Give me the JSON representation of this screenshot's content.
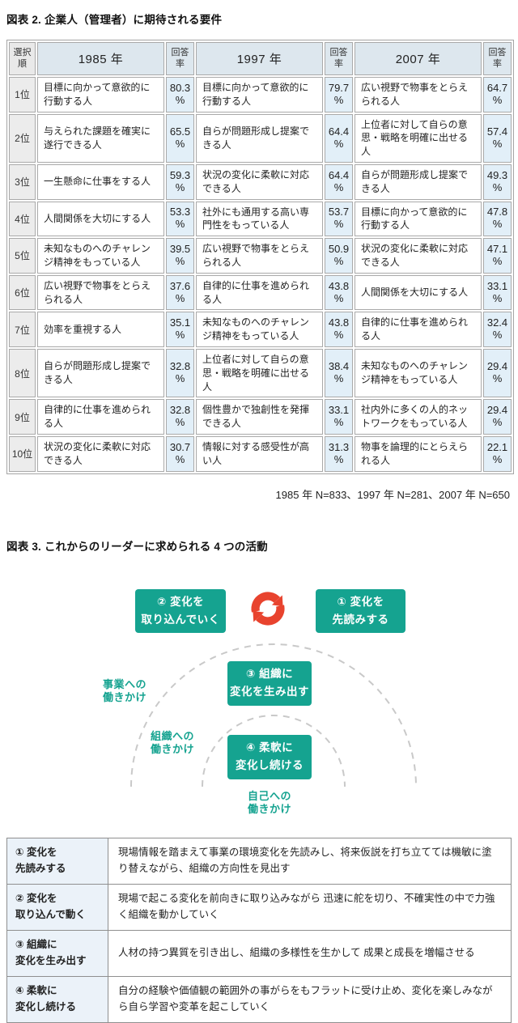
{
  "figure2": {
    "caption": "図表 2. 企業人（管理者）に期待される要件",
    "note": "1985 年 N=833、1997 年 N=281、2007 年 N=650",
    "table": {
      "rank_header": "選択\n順",
      "rate_header": "回答\n率",
      "rate_unit": "%",
      "year_headers": [
        "1985 年",
        "1997 年",
        "2007 年"
      ],
      "rows": [
        {
          "rank": "1位",
          "items": [
            {
              "text": "目標に向かって意欲的に行動する人",
              "rate": "80.3"
            },
            {
              "text": "目標に向かって意欲的に行動する人",
              "rate": "79.7"
            },
            {
              "text": "広い視野で物事をとらえられる人",
              "rate": "64.7"
            }
          ]
        },
        {
          "rank": "2位",
          "items": [
            {
              "text": "与えられた課題を確実に遂行できる人",
              "rate": "65.5"
            },
            {
              "text": "自らが問題形成し提案できる人",
              "rate": "64.4"
            },
            {
              "text": "上位者に対して自らの意思・戦略を明確に出せる人",
              "rate": "57.4"
            }
          ]
        },
        {
          "rank": "3位",
          "items": [
            {
              "text": "一生懸命に仕事をする人",
              "rate": "59.3"
            },
            {
              "text": "状況の変化に柔軟に対応できる人",
              "rate": "64.4"
            },
            {
              "text": "自らが問題形成し提案できる人",
              "rate": "49.3"
            }
          ]
        },
        {
          "rank": "4位",
          "items": [
            {
              "text": "人間関係を大切にする人",
              "rate": "53.3"
            },
            {
              "text": "社外にも通用する高い専門性をもっている人",
              "rate": "53.7"
            },
            {
              "text": "目標に向かって意欲的に行動する人",
              "rate": "47.8"
            }
          ]
        },
        {
          "rank": "5位",
          "items": [
            {
              "text": "未知なものへのチャレンジ精神をもっている人",
              "rate": "39.5"
            },
            {
              "text": "広い視野で物事をとらえられる人",
              "rate": "50.9"
            },
            {
              "text": "状況の変化に柔軟に対応できる人",
              "rate": "47.1"
            }
          ]
        },
        {
          "rank": "6位",
          "items": [
            {
              "text": "広い視野で物事をとらえられる人",
              "rate": "37.6"
            },
            {
              "text": "自律的に仕事を進められる人",
              "rate": "43.8"
            },
            {
              "text": "人間関係を大切にする人",
              "rate": "33.1"
            }
          ]
        },
        {
          "rank": "7位",
          "items": [
            {
              "text": "効率を重視する人",
              "rate": "35.1"
            },
            {
              "text": "未知なものへのチャレンジ精神をもっている人",
              "rate": "43.8"
            },
            {
              "text": "自律的に仕事を進められる人",
              "rate": "32.4"
            }
          ]
        },
        {
          "rank": "8位",
          "items": [
            {
              "text": "自らが問題形成し提案できる人",
              "rate": "32.8"
            },
            {
              "text": "上位者に対して自らの意思・戦略を明確に出せる人",
              "rate": "38.4"
            },
            {
              "text": "未知なものへのチャレンジ精神をもっている人",
              "rate": "29.4"
            }
          ]
        },
        {
          "rank": "9位",
          "items": [
            {
              "text": "自律的に仕事を進められる人",
              "rate": "32.8"
            },
            {
              "text": "個性豊かで独創性を発揮できる人",
              "rate": "33.1"
            },
            {
              "text": "社内外に多くの人的ネットワークをもっている人",
              "rate": "29.4"
            }
          ]
        },
        {
          "rank": "10位",
          "items": [
            {
              "text": "状況の変化に柔軟に対応できる人",
              "rate": "30.7"
            },
            {
              "text": "情報に対する感受性が高い人",
              "rate": "31.3"
            },
            {
              "text": "物事を論理的にとらえられる人",
              "rate": "22.1"
            }
          ]
        }
      ]
    }
  },
  "figure3": {
    "caption": "図表 3. これからのリーダーに求められる 4 つの活動",
    "diagram": {
      "boxes": {
        "box1": "① 変化を\n先読みする",
        "box2": "② 変化を\n取り込んでいく",
        "box3": "③ 組織に\n変化を生み出す",
        "box4": "④ 柔軟に\n変化し続ける"
      },
      "arc_labels": {
        "business": "事業への\n働きかけ",
        "organization": "組織への\n働きかけ",
        "self": "自己への\n働きかけ"
      },
      "colors": {
        "teal": "#15a390",
        "red": "#e8432e",
        "arc_gray": "#c9c9c9"
      }
    },
    "table": {
      "rows": [
        {
          "label": "① 変化を\n先読みする",
          "desc": "現場情報を踏まえて事業の環境変化を先読みし、将来仮説を打ち立てては機敏に塗り替えながら、組織の方向性を見出す"
        },
        {
          "label": "② 変化を\n取り込んで動く",
          "desc": "現場で起こる変化を前向きに取り込みながら 迅速に舵を切り、不確実性の中で力強く組織を動かしていく"
        },
        {
          "label": "③ 組織に\n変化を生み出す",
          "desc": "人材の持つ異質を引き出し、組織の多様性を生かして 成果と成長を増幅させる"
        },
        {
          "label": "④ 柔軟に\n変化し続ける",
          "desc": "自分の経験や価値観の範囲外の事がらをもフラットに受け止め、変化を楽しみながら自ら学習や変革を起こしていく"
        }
      ]
    }
  }
}
